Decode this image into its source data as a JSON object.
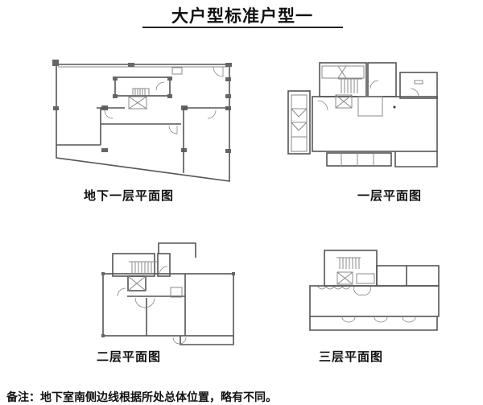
{
  "document": {
    "title": "大户型标准户型一",
    "plans": [
      {
        "caption": "地下一层平面图"
      },
      {
        "caption": "一层平面图"
      },
      {
        "caption": "二层平面图"
      },
      {
        "caption": "三层平面图"
      }
    ],
    "note": "备注：地下室南侧边线根据所处总体位置，略有不同。"
  }
}
